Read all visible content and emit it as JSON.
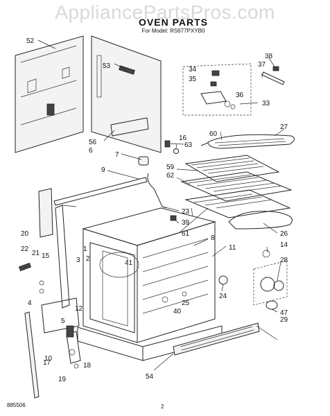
{
  "watermark": "AppliancePartsPros.com",
  "title": "OVEN PARTS",
  "model_line": "For Model: RS677PXYB0",
  "footer": {
    "doc_number": "885506",
    "page_number": "2"
  },
  "callouts": [
    "1",
    "2",
    "3",
    "4",
    "5",
    "6",
    "7",
    "8",
    "9",
    "10",
    "11",
    "12",
    "14",
    "15",
    "16",
    "17",
    "18",
    "19",
    "20",
    "21",
    "22",
    "23",
    "24",
    "25",
    "26",
    "27",
    "28",
    "29",
    "33",
    "34",
    "35",
    "36",
    "37",
    "38",
    "39",
    "40",
    "41",
    "47",
    "52",
    "53",
    "54",
    "56",
    "59",
    "60",
    "61",
    "62",
    "63"
  ]
}
